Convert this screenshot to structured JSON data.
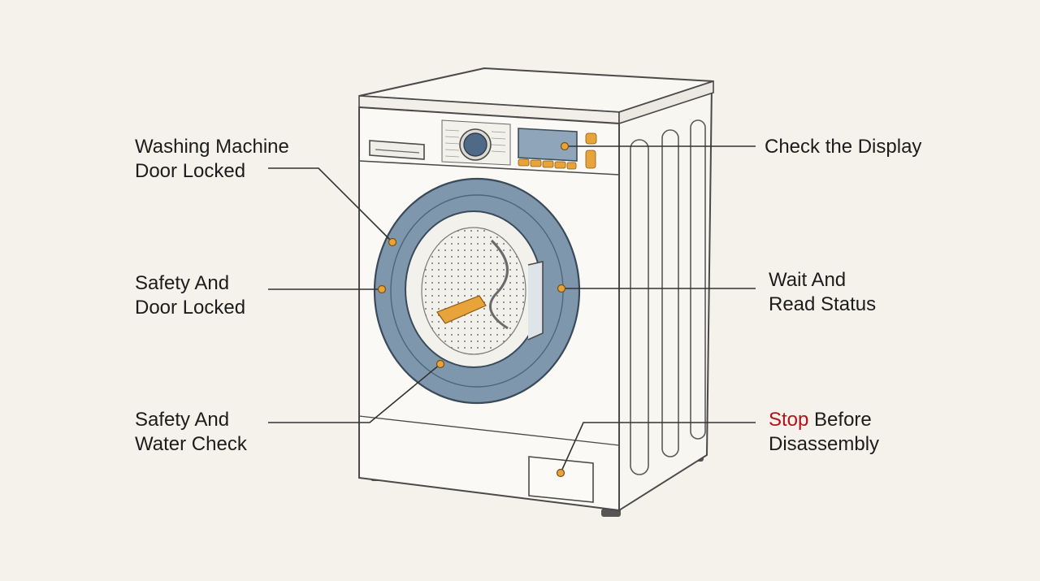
{
  "diagram": {
    "colors": {
      "background": "#f4f2ea",
      "machine_outline": "#4a4a4a",
      "door_ring": "#7f97ad",
      "display_panel": "#8ea5ba",
      "accent": "#e8a33a",
      "warning": "#b3121b",
      "leader_line": "#333333"
    },
    "callouts": {
      "door_locked": {
        "line1": "Washing Machine",
        "line2": "Door Locked"
      },
      "safety_door": {
        "line1": "Safety And",
        "line2": "Door Locked"
      },
      "safety_water": {
        "line1": "Safety And",
        "line2": "Water Check"
      },
      "check_display": {
        "line1": "Check the Display"
      },
      "wait_status": {
        "line1": "Wait And",
        "line2": "Read Status"
      },
      "stop_disassembly": {
        "word_highlight": "Stop",
        "line1_rest": " Before",
        "line2": "Disassembly"
      }
    },
    "icons": [
      "washing-machine-illustration",
      "control-knob-icon",
      "display-panel-icon",
      "door-porthole-icon",
      "filter-hatch-icon"
    ]
  }
}
